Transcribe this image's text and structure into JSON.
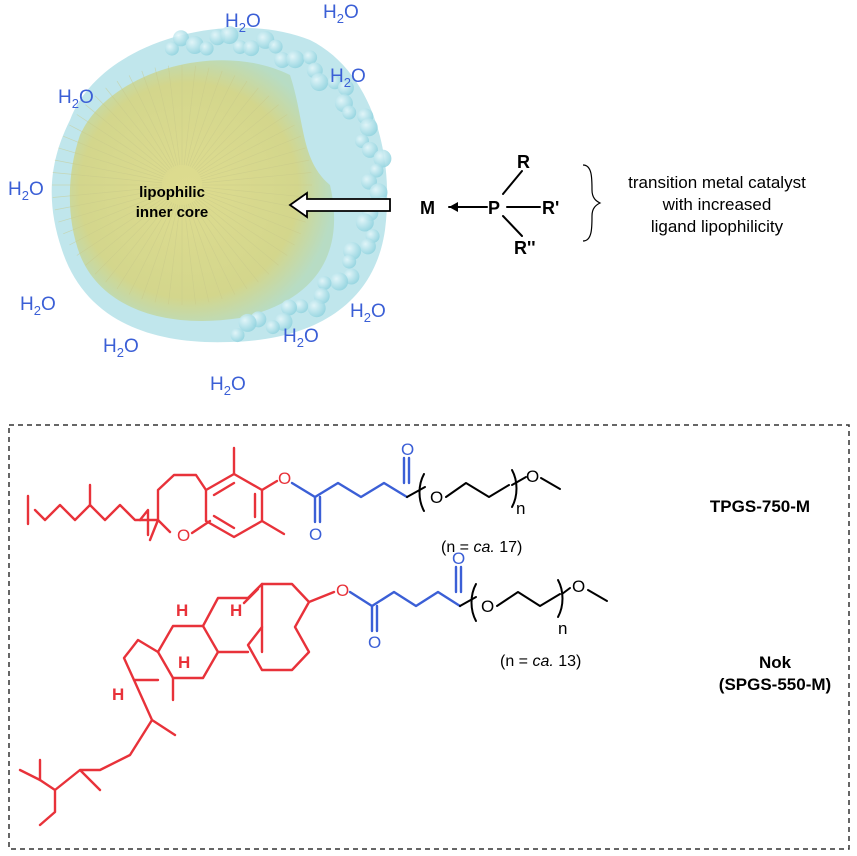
{
  "water": {
    "formula_main": "H",
    "formula_sub": "2",
    "formula_tail": "O"
  },
  "micelle": {
    "core_label_line1": "lipophilic",
    "core_label_line2": "inner core"
  },
  "catalyst": {
    "metal": "M",
    "phosphorus": "P",
    "sub_r": "R",
    "sub_r1": "R'",
    "sub_r2": "R''",
    "desc_line1": "transition metal catalyst",
    "desc_line2": "with increased",
    "desc_line3": "ligand lipophilicity"
  },
  "atoms": {
    "oxygen": "O",
    "hydrogen": "H",
    "repeat_n": "n",
    "methyl_o": "O"
  },
  "tpgs": {
    "name": "TPGS-750-M",
    "n_note_prefix": "(n = ",
    "n_note_ca": "ca.",
    "n_note_suffix": " 17)"
  },
  "nok": {
    "name_line1": "Nok",
    "name_line2": "(SPGS-550-M)",
    "n_note_prefix": "(n = ",
    "n_note_ca": "ca.",
    "n_note_suffix": " 13)"
  },
  "colors": {
    "water": "#3b5fd6",
    "lipophilic_part": "#e8323a",
    "linker": "#3b5fd6",
    "micelle_shell": "#a6dce6",
    "micelle_core": "#d9d98a"
  }
}
